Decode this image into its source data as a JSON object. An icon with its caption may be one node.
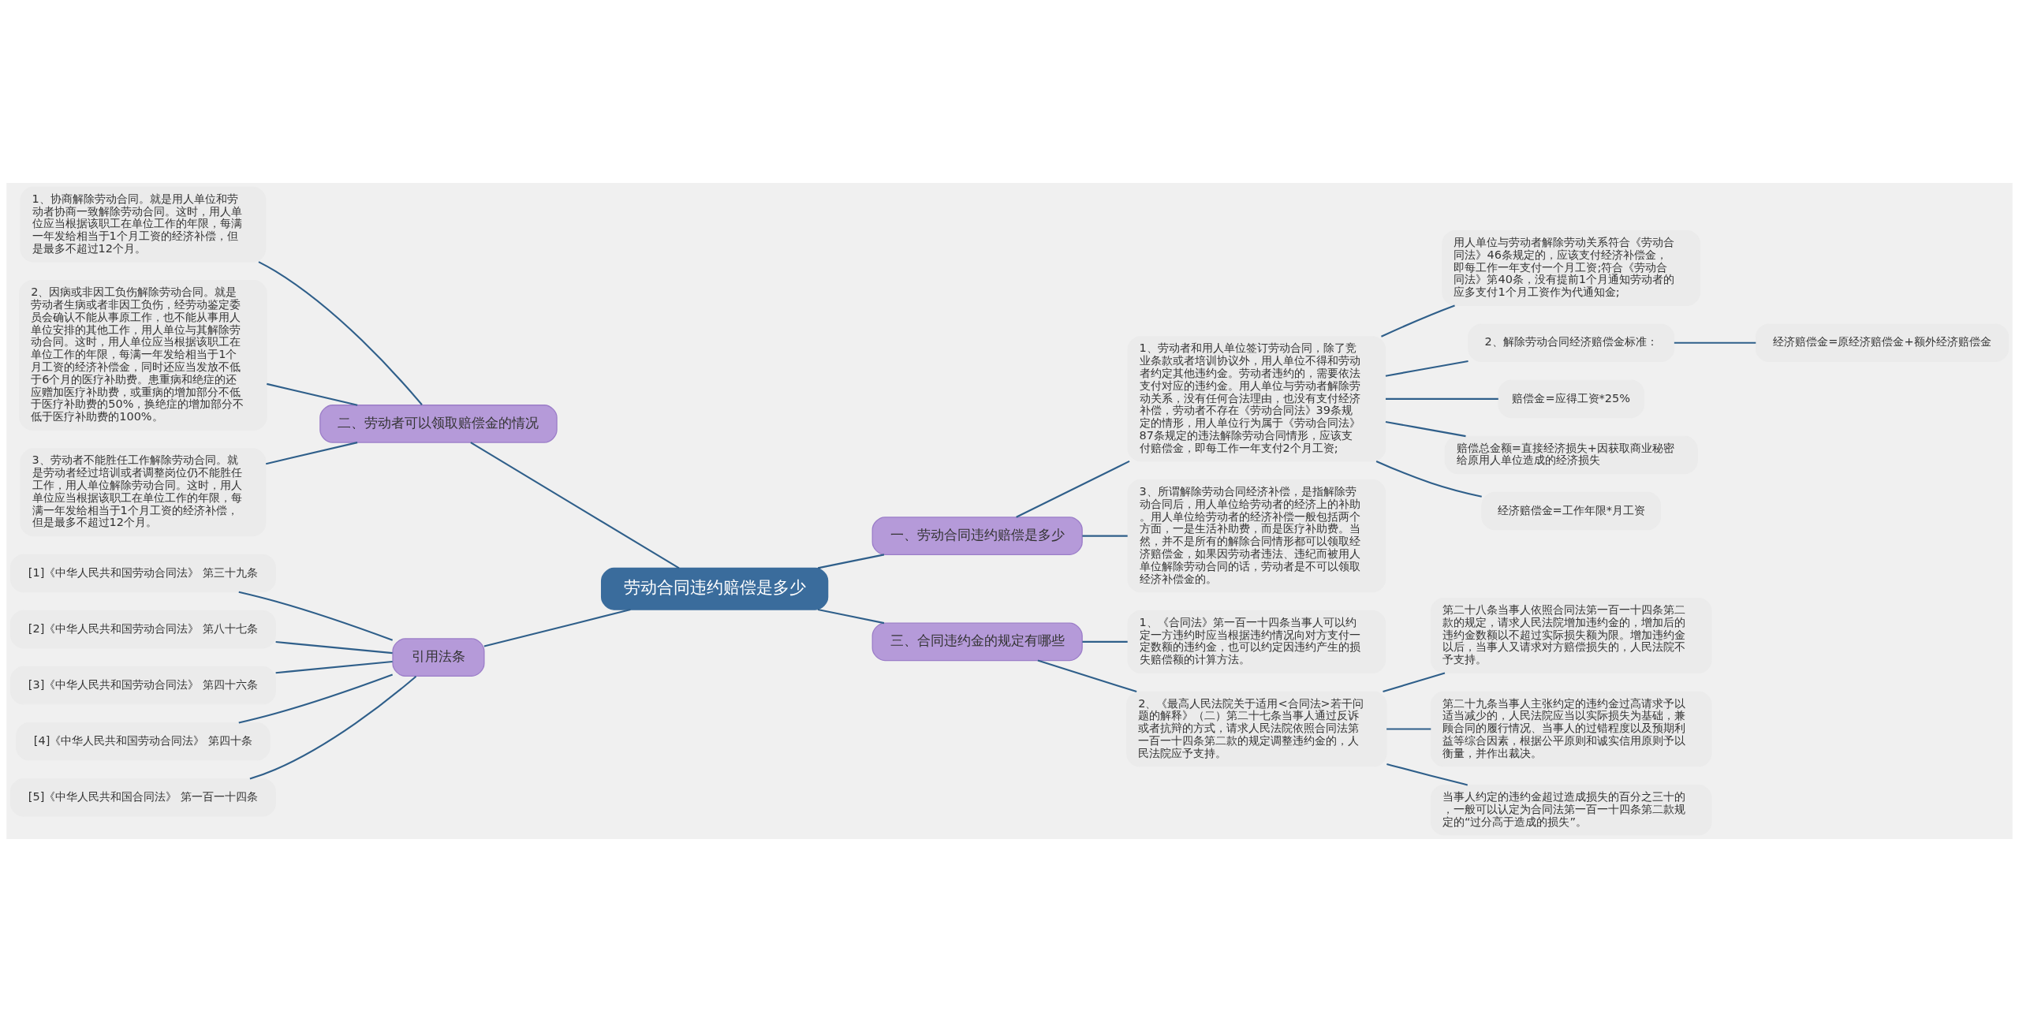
{
  "diagram": {
    "nodes": [
      {
        "text": [
          "劳动合同违约赔偿是多少"
        ]
      },
      {
        "text": [
          "一、劳动合同违约赔偿是多少"
        ]
      },
      {
        "text": [
          "1、劳动者和用人单位签订劳动合同，除了竞业条款或者培训协议外，用人单位不得和劳动者约定其他违约金。劳动者违约的，需要依法支付对应的违约金。用人单位与劳动者解除劳动关系，没有任何合法理由，也没有支付经济补偿，劳动者不存在《劳动合同法》39条规定的情形，用人单位行为属于《劳动合同法》87条规定的违法解除劳动合同情形，应该支付赔偿金，即每工作一年支付2个月工资;"
        ]
      },
      {
        "text": [
          "用人单位与劳动者解除劳动关系符合《劳动合同法》46条规定的，应该支付经济补偿金，即每工作一年支付一个月工资;符合《劳动合同法》第40条，没有提前1个月通知劳动者的应多支付1个月工资作为代通知金;"
        ]
      },
      {
        "text": [
          "2、解除劳动合同经济赔偿金标准："
        ]
      },
      {
        "text": [
          "经济赔偿金=原经济赔偿金+额外经济赔偿金"
        ]
      },
      {
        "text": [
          "赔偿金=应得工资*25%"
        ]
      },
      {
        "text": [
          "赔偿总金额=直接经济损失+因获取商业秘密给原用人单位造成的经济损失"
        ]
      },
      {
        "text": [
          "经济赔偿金=工作年限*月工资"
        ]
      },
      {
        "text": [
          "3、所谓解除劳动合同经济补偿，是指解除劳动合同后，用人单位给劳动者的经济上的补助。用人单位给劳动者的经济补偿一般包括两个方面，一是生活补助费，而是医疗补助费。当然，并不是所有的解除合同情形都可以领取经济赔偿金，如果因劳动者违法、违纪而被用人单位解除劳动合同的话，劳动者是不可以领取经济补偿金的。"
        ]
      },
      {
        "text": [
          "三、合同违约金的规定有哪些"
        ]
      },
      {
        "text": [
          "1、《合同法》第一百一十四条当事人可以约定一方违约时应当根据违约情况向对方支付一定数额的违约金，也可以约定因违约产生的损失赔偿额的计算方法。"
        ]
      },
      {
        "text": [
          "2、《最高人民法院关于适用<合同法>若干问题的解释》（二）第二十七条当事人通过反诉或者抗辩的方式，请求人民法院依照合同法第一百一十四条第二款的规定调整违约金的，人民法院应予支持。"
        ]
      },
      {
        "text": [
          "第二十八条当事人依照合同法第一百一十四条第二款的规定，请求人民法院增加违约金的，增加后的违约金数额以不超过实际损失额为限。增加违约金以后，当事人又请求对方赔偿损失的，人民法院不予支持。"
        ]
      },
      {
        "text": [
          "第二十九条当事人主张约定的违约金过高请求予以适当减少的，人民法院应当以实际损失为基础，兼顾合同的履行情况、当事人的过错程度以及预期利益等综合因素，根据公平原则和诚实信用原则予以衡量，并作出裁决。"
        ]
      },
      {
        "text": [
          "当事人约定的违约金超过造成损失的百分之三十的，一般可以认定为合同法第一百一十四条第二款规定的“过分高于造成的损失”。"
        ]
      },
      {
        "text": [
          "二、劳动者可以领取赔偿金的情况"
        ]
      },
      {
        "text": [
          "1、协商解除劳动合同。就是用人单位和劳动者协商一致解除劳动合同。这时，用人单位应当根据该职工在单位工作的年限，每满一年发给相当于1个月工资的经济补偿，但是最多不超过12个月。"
        ]
      },
      {
        "text": [
          "2、因病或非因工负伤解除劳动合同。就是劳动者生病或者非因工负伤，经劳动鉴定委员会确认不能从事原工作，也不能从事用人单位安排的其他工作，用人单位与其解除劳动合同。这时，用人单位应当根据该职工在单位工作的年限，每满一年发给相当于1个月工资的经济补偿金，同时还应当发放不低于6个月的医疗补助费。患重病和绝症的还应赠加医疗补助费，或重病的增加部分不低于医疗补助费的50%，换绝症的增加部分不低于医疗补助费的100%。"
        ]
      },
      {
        "text": [
          "3、劳动者不能胜任工作解除劳动合同。就是劳动者经过培训或者调整岗位仍不能胜任工作，用人单位解除劳动合同。这时，用人单位应当根据该职工在单位工作的年限，每满一年发给相当于1个月工资的经济补偿，但是最多不超过12个月。"
        ]
      },
      {
        "text": [
          "引用法条"
        ]
      },
      {
        "text": [
          "[1]《中华人民共和国劳动合同法》 第三十九条"
        ]
      },
      {
        "text": [
          "[2]《中华人民共和国劳动合同法》 第八十七条"
        ]
      },
      {
        "text": [
          "[3]《中华人民共和国劳动合同法》 第四十六条"
        ]
      },
      {
        "text": [
          "[4]《中华人民共和国劳动合同法》 第四十条"
        ]
      },
      {
        "text": [
          "[5]《中华人民共和国合同法》 第一百一十四条"
        ]
      }
    ],
    "edges": [
      {
        "from": 0,
        "to": 1,
        "arrow": "none"
      },
      {
        "from": 1,
        "to": 2,
        "arrow": "none"
      },
      {
        "from": 2,
        "to": 3,
        "arrow": "none"
      },
      {
        "from": 2,
        "to": 4,
        "arrow": "none"
      },
      {
        "from": 4,
        "to": 5,
        "arrow": "none"
      },
      {
        "from": 2,
        "to": 6,
        "arrow": "none"
      },
      {
        "from": 2,
        "to": 7,
        "arrow": "none"
      },
      {
        "from": 2,
        "to": 8,
        "arrow": "none"
      },
      {
        "from": 1,
        "to": 9,
        "arrow": "none"
      },
      {
        "from": 0,
        "to": 10,
        "arrow": "none"
      },
      {
        "from": 10,
        "to": 11,
        "arrow": "none"
      },
      {
        "from": 10,
        "to": 12,
        "arrow": "none"
      },
      {
        "from": 12,
        "to": 13,
        "arrow": "none"
      },
      {
        "from": 12,
        "to": 14,
        "arrow": "none"
      },
      {
        "from": 12,
        "to": 15,
        "arrow": "none"
      },
      {
        "from": 0,
        "to": 16,
        "arrow": "none"
      },
      {
        "from": 16,
        "to": 17,
        "arrow": "none"
      },
      {
        "from": 16,
        "to": 18,
        "arrow": "none"
      },
      {
        "from": 16,
        "to": 19,
        "arrow": "none"
      },
      {
        "from": 0,
        "to": 20,
        "arrow": "none"
      },
      {
        "from": 20,
        "to": 21,
        "arrow": "none"
      },
      {
        "from": 20,
        "to": 22,
        "arrow": "none"
      },
      {
        "from": 20,
        "to": 23,
        "arrow": "none"
      },
      {
        "from": 20,
        "to": 24,
        "arrow": "none"
      },
      {
        "from": 20,
        "to": 25,
        "arrow": "none"
      }
    ]
  }
}
